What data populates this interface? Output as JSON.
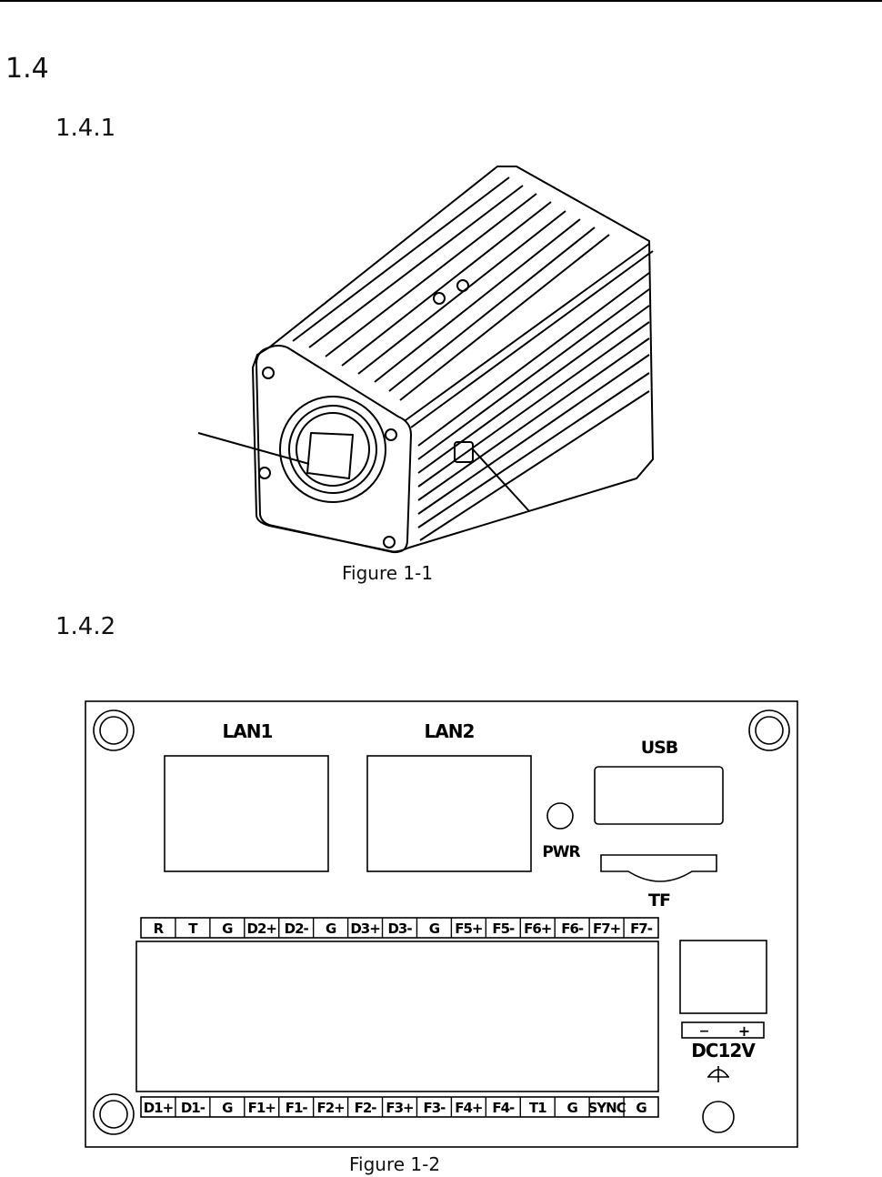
{
  "section": {
    "number": "1.4"
  },
  "subsections": [
    {
      "number": "1.4.1"
    },
    {
      "number": "1.4.2"
    }
  ],
  "figures": [
    {
      "caption": "Figure 1-1"
    },
    {
      "caption": "Figure 1-2"
    }
  ],
  "panel": {
    "lan1": "LAN1",
    "lan2": "LAN2",
    "usb": "USB",
    "pwr": "PWR",
    "tf": "TF",
    "dc": "DC12V",
    "polarity_minus": "−",
    "polarity_plus": "+",
    "top_terminals": [
      "R",
      "T",
      "G",
      "D2+",
      "D2-",
      "G",
      "D3+",
      "D3-",
      "G",
      "F5+",
      "F5-",
      "F6+",
      "F6-",
      "F7+",
      "F7-"
    ],
    "bottom_terminals": [
      "D1+",
      "D1-",
      "G",
      "F1+",
      "F1-",
      "F2+",
      "F2-",
      "F3+",
      "F3-",
      "F4+",
      "F4-",
      "T1",
      "G",
      "SYNC",
      "G"
    ]
  }
}
